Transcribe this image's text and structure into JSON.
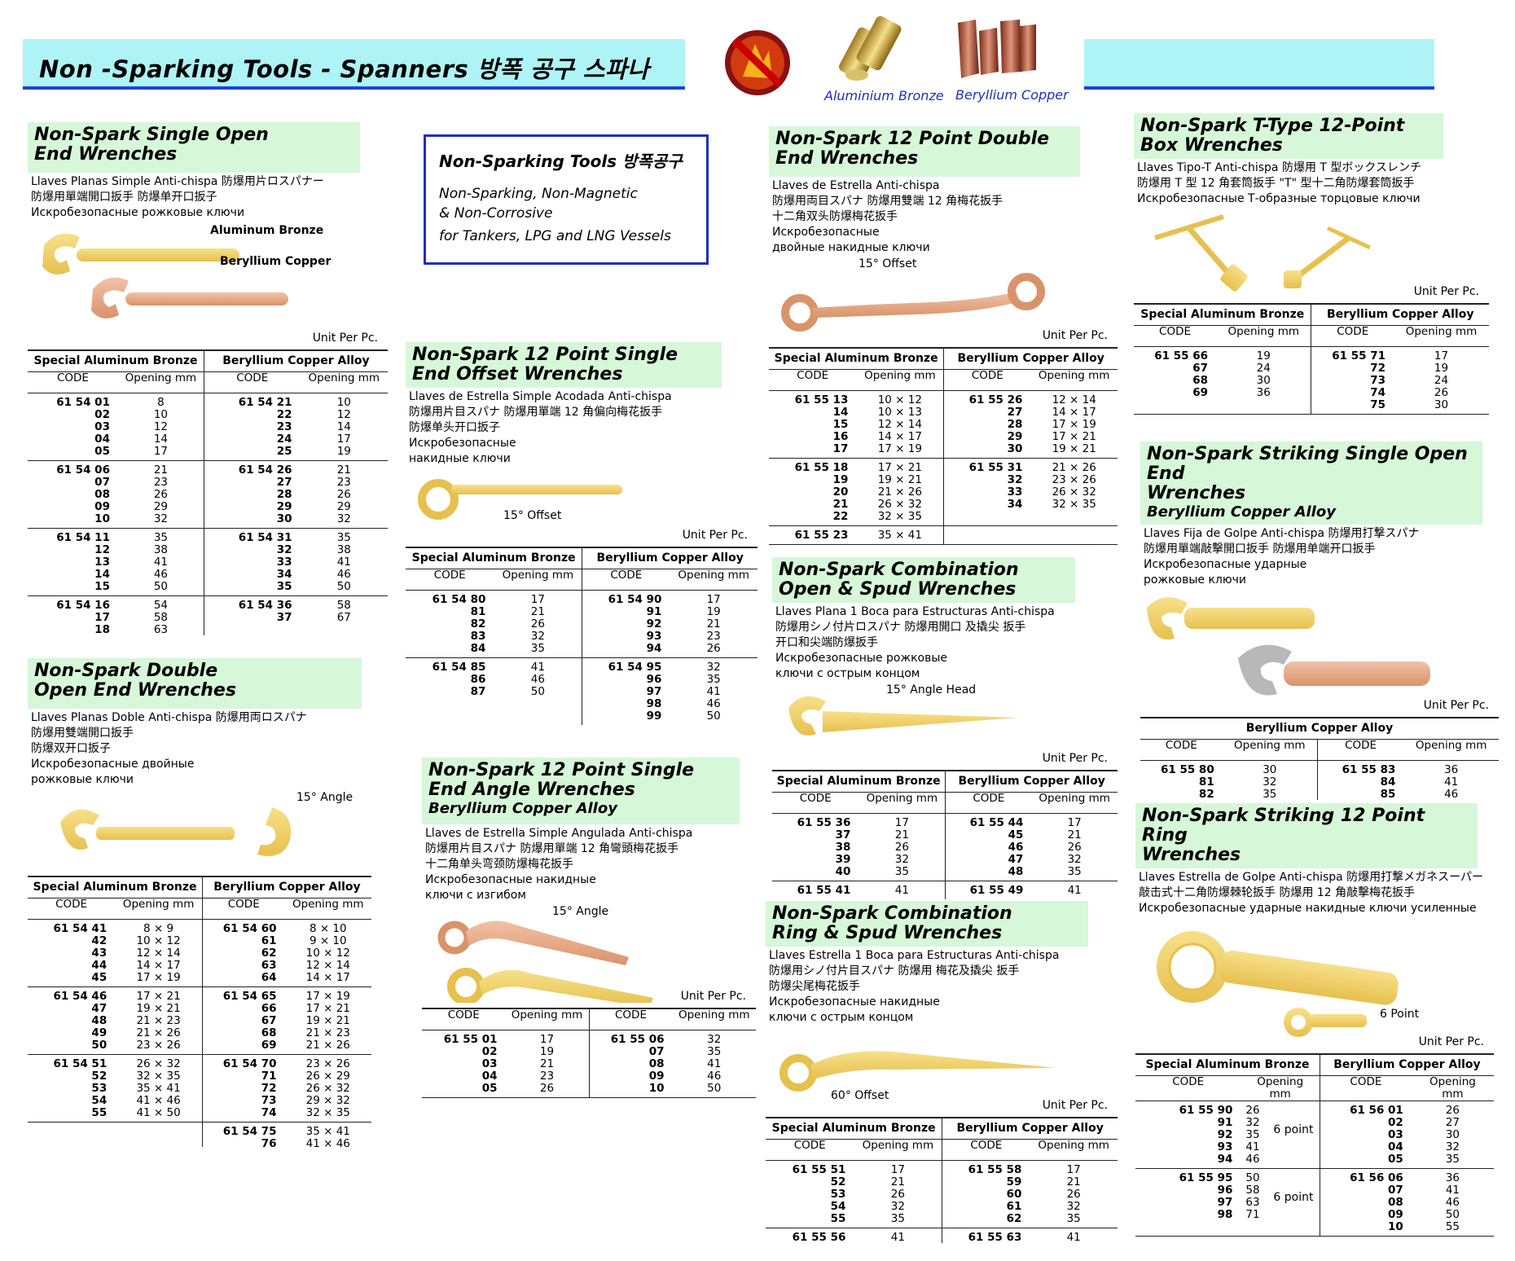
{
  "header": {
    "title": "Non -Sparking Tools -  Spanners   방폭 공구  스파나",
    "aluminium_label": "Aluminium Bronze",
    "beryllium_label": "Beryllium Copper"
  },
  "info": {
    "title": "Non-Sparking Tools 방폭공구",
    "lines": [
      "Non-Sparking, Non-Magnetic",
      "& Non-Corrosive",
      "for Tankers, LPG and LNG Vessels"
    ]
  },
  "sections": [
    {
      "id": "single-open",
      "title": "Non-Spark Single Open\nEnd Wrenches",
      "subtitle": "",
      "desc": "Llaves Planas Simple Anti-chispa  防爆用片ロスパナー\n防爆用單端開口扳手 防爆单开口扳子\nИскробезопасные рожковые ключи",
      "img_labels": [
        "Aluminum Bronze",
        "Beryllium Copper"
      ],
      "unit": "Unit Per Pc.",
      "groups": [
        "Special Aluminum Bronze",
        "Beryllium Copper Alloy"
      ],
      "cols": [
        "CODE",
        "Opening mm",
        "CODE",
        "Opening mm"
      ],
      "rows": [
        [
          "61 54 01\n02\n03\n04\n05",
          "8\n10\n12\n14\n17",
          "61 54 21\n22\n23\n24\n25",
          "10\n12\n14\n17\n19"
        ],
        [
          "61 54 06\n07\n08\n09\n10",
          "21\n23\n26\n29\n32",
          "61 54 26\n27\n28\n29\n30",
          "21\n23\n26\n29\n32"
        ],
        [
          "61 54 11\n12\n13\n14\n15",
          "35\n38\n41\n46\n50",
          "61 54 31\n32\n33\n34\n35",
          "35\n38\n41\n46\n50"
        ],
        [
          "61 54 16\n17\n18",
          "54\n58\n63",
          "61 54 36\n37",
          "58\n67"
        ]
      ]
    },
    {
      "id": "double-open",
      "title": "Non-Spark Double\nOpen End Wrenches",
      "subtitle": "",
      "desc": "Llaves Planas Doble Anti-chispa   防爆用両ロスパナ\n防爆用雙端開口扳手\n防爆双开口扳子\nИскробезопасные двойные\nрожковые ключи",
      "img_labels": [
        "15° Angle"
      ],
      "unit": "",
      "groups": [
        "Special Aluminum Bronze",
        "Beryllium Copper Alloy"
      ],
      "cols": [
        "CODE",
        "Opening mm",
        "CODE",
        "Opening mm"
      ],
      "rows": [
        [
          "61 54 41\n42\n43\n44\n45",
          "8 ×  9\n10 × 12\n12 × 14\n14 × 17\n17 × 19",
          "61 54 60\n61\n62\n63\n64",
          "8 × 10\n9 × 10\n10 × 12\n12 × 14\n14 × 17"
        ],
        [
          "61 54 46\n47\n48\n49\n50",
          "17 × 21\n19 × 21\n21 × 23\n21 × 26\n23 × 26",
          "61 54 65\n66\n67\n68\n69",
          "17 × 19\n17 × 21\n19 × 21\n21 × 23\n21 × 26"
        ],
        [
          "61 54 51\n52\n53\n54\n55",
          "26 × 32\n32 × 35\n35 × 41\n41 × 46\n41 × 50",
          "61 54 70\n71\n72\n73\n74",
          "23 × 26\n26 × 29\n26 × 32\n29 × 32\n32 × 35"
        ],
        [
          "",
          "",
          "61 54 75\n76",
          "35 × 41\n41 × 46"
        ]
      ]
    },
    {
      "id": "single-offset",
      "title": "Non-Spark 12 Point Single\nEnd Offset Wrenches",
      "subtitle": "",
      "desc": "Llaves de Estrella Simple Acodada Anti-chispa\n防爆用片目スパナ 防爆用單端 12 角偏向梅花扳手\n防爆单头开口扳子\nИскробезопасные\nнакидные ключи",
      "img_labels": [
        "15° Offset"
      ],
      "unit": "Unit Per Pc.",
      "groups": [
        "Special Aluminum Bronze",
        "Beryllium Copper Alloy"
      ],
      "cols": [
        "CODE",
        "Opening mm",
        "CODE",
        "Opening mm"
      ],
      "rows": [
        [
          "61 54 80\n81\n82\n83\n84",
          "17\n21\n26\n32\n35",
          "61 54 90\n91\n92\n93\n94",
          "17\n19\n21\n23\n26"
        ],
        [
          "61 54 85\n86\n87",
          "41\n46\n50",
          "61 54 95\n96\n97\n98\n99",
          "32\n35\n41\n46\n50"
        ]
      ]
    },
    {
      "id": "single-angle",
      "title": "Non-Spark 12 Point Single\nEnd Angle Wrenches",
      "subtitle": "Beryllium Copper Alloy",
      "desc": "Llaves de Estrella Simple Angulada Anti-chispa\n防爆用片目スパナ 防爆用單端 12 角彎頭梅花扳手\n十二角单头弯颈防爆梅花扳手\nИскробезопасные накидные\nключи с изгибом",
      "img_labels": [
        "15° Angle"
      ],
      "unit": "Unit Per Pc.",
      "groups": [],
      "cols": [
        "CODE",
        "Opening mm",
        "CODE",
        "Opening mm"
      ],
      "rows": [
        [
          "61 55 01\n02\n03\n04\n05",
          "17\n19\n21\n23\n26",
          "61 55 06\n07\n08\n09\n10",
          "32\n35\n41\n46\n50"
        ]
      ]
    },
    {
      "id": "double-12pt",
      "title": "Non-Spark 12 Point Double\nEnd Wrenches",
      "subtitle": "",
      "desc": "Llaves de Estrella Anti-chispa\n防爆用両目スパナ  防爆用雙端 12 角梅花扳手\n十二角双头防爆梅花扳手\nИскробезопасные\nдвойные накидные ключи",
      "img_labels": [
        "15° Offset"
      ],
      "unit": "Unit Per Pc.",
      "groups": [
        "Special Aluminum Bronze",
        "Beryllium Copper Alloy"
      ],
      "cols": [
        "CODE",
        "Opening mm",
        "CODE",
        "Opening mm"
      ],
      "rows": [
        [
          "61 55 13\n14\n15\n16\n17",
          "10 × 12\n10 × 13\n12 × 14\n14 × 17\n17 × 19",
          "61 55 26\n27\n28\n29\n30",
          "12 × 14\n14 × 17\n17 × 19\n17 × 21\n19 × 21"
        ],
        [
          "61 55 18\n19\n20\n21\n22",
          "17 × 21\n19 × 21\n21 × 26\n26 × 32\n32 × 35",
          "61 55 31\n32\n33\n34",
          "21 × 26\n23 × 26\n26 × 32\n32 × 35"
        ],
        [
          "61 55 23",
          "35 × 41",
          "",
          ""
        ]
      ]
    },
    {
      "id": "combo-open-spud",
      "title": "Non-Spark Combination\nOpen & Spud Wrenches",
      "subtitle": "",
      "desc": "Llaves Plana 1 Boca para Estructuras Anti-chispa\n防爆用シノ付片ロスパナ   防爆用開口 及撬尖 扳手\n开口和尖端防爆扳手\nИскробезопасные рожковые\nключи с острым концом",
      "img_labels": [
        "15° Angle Head"
      ],
      "unit": "Unit Per Pc.",
      "groups": [
        "Special Aluminum Bronze",
        "Beryllium Copper Alloy"
      ],
      "cols": [
        "CODE",
        "Opening mm",
        "CODE",
        "Opening mm"
      ],
      "rows": [
        [
          "61 55 36\n37\n38\n39\n40",
          "17\n21\n26\n32\n35",
          "61 55 44\n45\n46\n47\n48",
          "17\n21\n26\n32\n35"
        ],
        [
          "61 55 41",
          "41",
          "61 55 49",
          "41"
        ]
      ]
    },
    {
      "id": "combo-ring-spud",
      "title": "Non-Spark Combination\nRing & Spud Wrenches",
      "subtitle": "",
      "desc": "Llaves Estrella 1 Boca para Estructuras Anti-chispa\n防爆用シノ付片目スパナ   防爆用 梅花及撬尖 扳手\n防爆尖尾梅花扳手\nИскробезопасные накидные\nключи с острым концом",
      "img_labels": [
        "60°  Offset"
      ],
      "unit": "Unit Per Pc.",
      "groups": [
        "Special Aluminum Bronze",
        "Beryllium Copper Alloy"
      ],
      "cols": [
        "CODE",
        "Opening mm",
        "CODE",
        "Opening mm"
      ],
      "rows": [
        [
          "61 55 51\n52\n53\n54\n55",
          "17\n21\n26\n32\n35",
          "61 55 58\n59\n60\n61\n62",
          "17\n21\n26\n32\n35"
        ],
        [
          "61 55 56",
          "41",
          "61 55 63",
          "41"
        ]
      ]
    },
    {
      "id": "t-type",
      "title": "Non-Spark T-Type 12-Point\nBox Wrenches",
      "subtitle": "",
      "desc": "Llaves Tipo-T Anti-chispa   防爆用 T 型ボックスレンチ\n防爆用 T 型 12 角套筒扳手 \"T\" 型十二角防爆套筒扳手\nИскробезопасные Т-образные торцовые ключи",
      "img_labels": [],
      "unit": "Unit Per Pc.",
      "groups": [
        "Special Aluminum Bronze",
        "Beryllium Copper Alloy"
      ],
      "cols": [
        "CODE",
        "Opening mm",
        "CODE",
        "Opening mm"
      ],
      "rows": [
        [
          "61 55 66\n67\n68\n69",
          "19\n24\n30\n36",
          "61 55 71\n72\n73\n74\n75",
          "17\n19\n24\n26\n30"
        ]
      ]
    },
    {
      "id": "striking-open",
      "title": "Non-Spark Striking Single Open End\nWrenches",
      "subtitle": "Beryllium Copper Alloy",
      "desc": "Llaves Fija de Golpe Anti-chispa  防爆用打撃スパナ\n防爆用單端敲擊開口扳手 防爆用单端开口扳手\nИскробезопасные ударные\nрожковые ключи",
      "img_labels": [],
      "unit": "Unit Per Pc.",
      "groups": [
        "Beryllium Copper Alloy"
      ],
      "cols": [
        "CODE",
        "Opening mm",
        "CODE",
        "Opening mm"
      ],
      "rows": [
        [
          "61 55 80\n81\n82",
          "30\n32\n35",
          "61 55 83\n84\n85",
          "36\n41\n46"
        ]
      ]
    },
    {
      "id": "striking-ring",
      "title": "Non-Spark Striking 12 Point Ring\nWrenches",
      "subtitle": "",
      "desc": "Llaves Estrella de Golpe Anti-chispa  防爆用打撃メガネスーパー\n敲击式十二角防爆棘轮扳手     防爆用 12 角敲擊梅花扳手\nИскробезопасные ударные накидные ключи усиленные",
      "img_labels": [
        "6 Point"
      ],
      "unit": "Unit Per Pc.",
      "groups": [
        "Special Aluminum Bronze",
        "Beryllium Copper Alloy"
      ],
      "cols": [
        "CODE",
        "Opening\nmm",
        "CODE",
        "Opening\nmm"
      ],
      "rows": [
        [
          "61 55 90\n91\n92\n93\n94",
          "26\n32\n35\n41\n46",
          "61 56 01\n02\n03\n04\n05",
          "26\n27\n30\n32\n35"
        ],
        [
          "61 55 95\n96\n97\n98",
          "50\n58\n63\n71",
          "61 56 06\n07\n08\n09\n10",
          "36\n41\n46\n50\n55"
        ]
      ],
      "point_note": "6 point"
    }
  ]
}
